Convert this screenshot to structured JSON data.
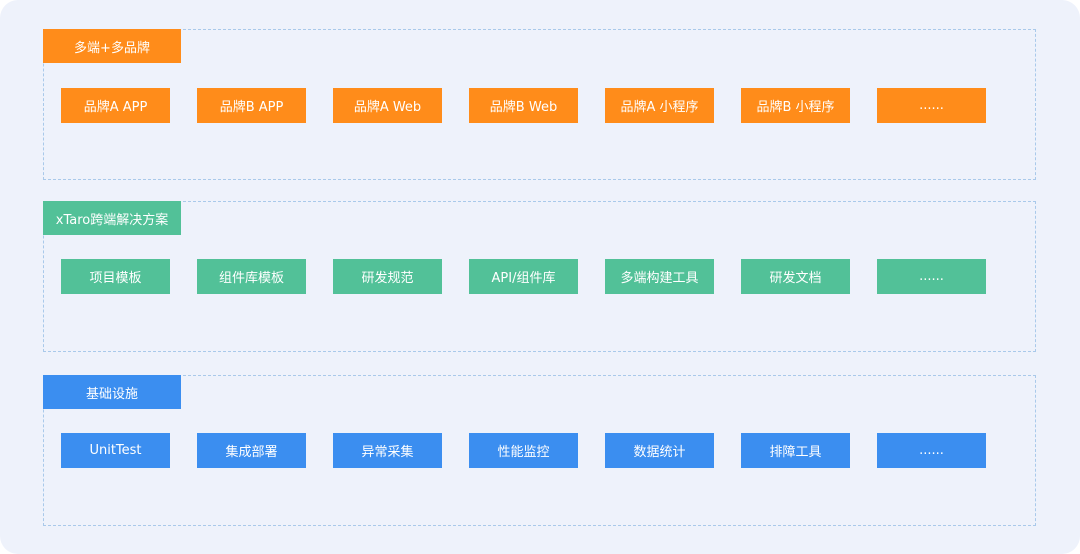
{
  "colors": {
    "background": "#eef2fb",
    "dashed_border": "#a9c9ea",
    "orange": "#ff8c1a",
    "green": "#52c198",
    "blue": "#3b8ef0"
  },
  "layers": [
    {
      "title": "多端+多品牌",
      "color": "orange",
      "items": [
        "品牌A APP",
        "品牌B APP",
        "品牌A Web",
        "品牌B Web",
        "品牌A 小程序",
        "品牌B 小程序",
        "......"
      ]
    },
    {
      "title": "xTaro跨端解决方案",
      "color": "green",
      "items": [
        "项目模板",
        "组件库模板",
        "研发规范",
        "API/组件库",
        "多端构建工具",
        "研发文档",
        "......"
      ]
    },
    {
      "title": "基础设施",
      "color": "blue",
      "items": [
        "UnitTest",
        "集成部署",
        "异常采集",
        "性能监控",
        "数据统计",
        "排障工具",
        "......"
      ]
    }
  ]
}
